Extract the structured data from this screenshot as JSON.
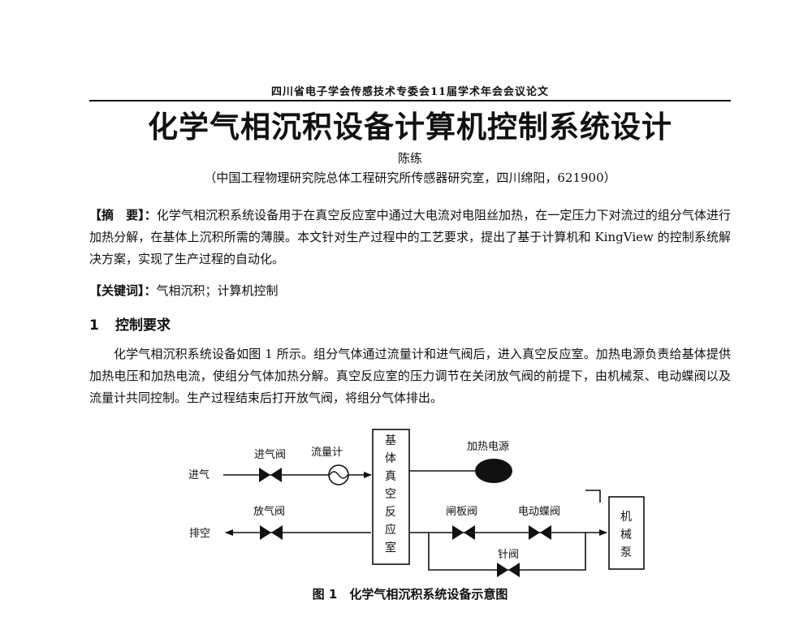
{
  "header": "四川省电子学会传感技术专委会11届学术年会会议论文",
  "title": "化学气相沉积设备计算机控制系统设计",
  "author": "陈练",
  "affiliation": "（中国工程物理研究院总体工程研究所传感器研究室，四川绵阳，621900）",
  "abstract": {
    "label": "【摘　要】：",
    "text": "化学气相沉积系统设备用于在真空反应室中通过大电流对电阻丝加热，在一定压力下对流过的组分气体进行加热分解，在基体上沉积所需的薄膜。本文针对生产过程中的工艺要求，提出了基于计算机和 KingView 的控制系统解决方案，实现了生产过程的自动化。"
  },
  "keywords": {
    "label": "【关键词】：",
    "text": "气相沉积；计算机控制"
  },
  "section1": {
    "number": "1",
    "title": "控制要求",
    "body": "化学气相沉积系统设备如图 1 所示。组分气体通过流量计和进气阀后，进入真空反应室。加热电源负责给基体提供加热电压和加热电流，使组分气体加热分解。真空反应室的压力调节在关闭放气阀的前提下，由机械泵、电动蝶阀以及流量计共同控制。生产过程结束后打开放气阀，将组分气体排出。"
  },
  "figure": {
    "inlet_label": "进气",
    "inlet_valve_label": "进气阀",
    "flowmeter_label": "流量计",
    "chamber_label": [
      "基",
      "体",
      "真",
      "空",
      "反",
      "应",
      "室"
    ],
    "heater_label": "加热电源",
    "vent_label": "排空",
    "vent_valve_label": "放气阀",
    "gate_valve_label": "闸板阀",
    "butterfly_valve_label": "电动蝶阀",
    "needle_valve_label": "针阀",
    "pump_label": [
      "机",
      "械",
      "泵"
    ],
    "caption": "图 1　化学气相沉积系统设备示意图"
  }
}
